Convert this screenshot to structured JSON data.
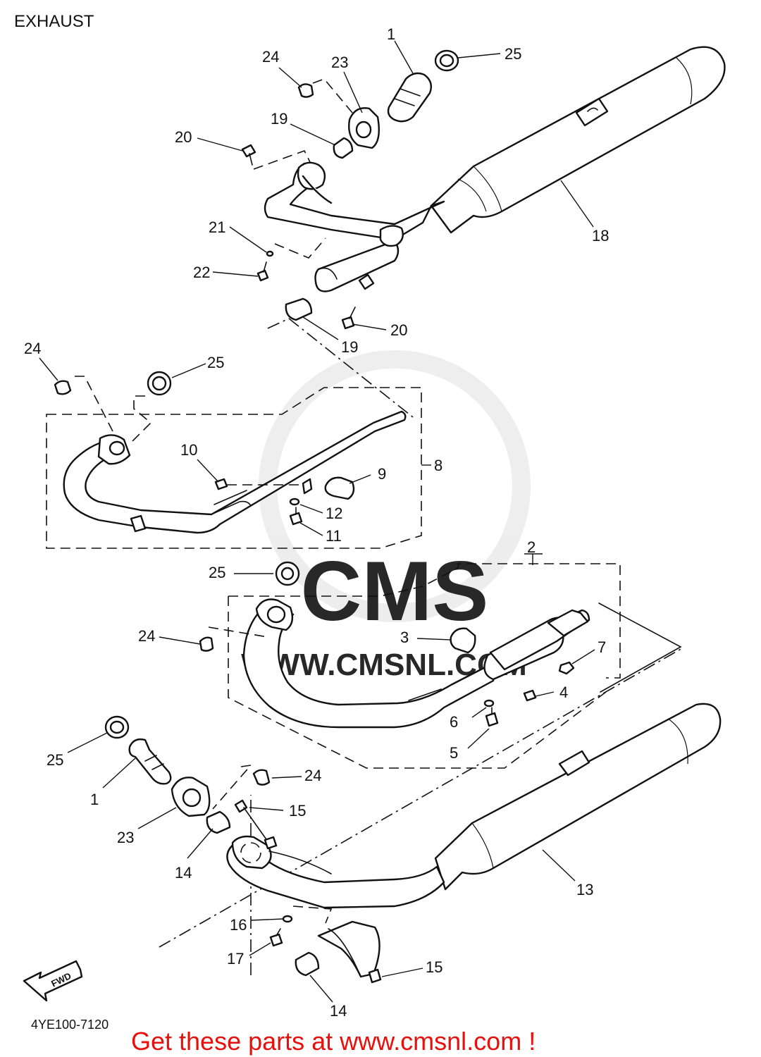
{
  "title": "EXHAUST",
  "diagram_code": "4YE100-7120",
  "cta": "Get these parts at www.cmsnl.com !",
  "watermark": {
    "brand": "CMS",
    "url": "WWW.CMSNL.COM"
  },
  "fwd_label": "FWD",
  "callouts": {
    "c1_top": "1",
    "c25_top": "25",
    "c24_top": "24",
    "c23_top": "23",
    "c19_top": "19",
    "c20_top": "20",
    "c18": "18",
    "c21": "21",
    "c22": "22",
    "c19_mid": "19",
    "c20_mid": "20",
    "c24_left": "24",
    "c25_left": "25",
    "c10": "10",
    "c8": "8",
    "c9": "9",
    "c12": "12",
    "c11": "11",
    "c2": "2",
    "c25_mid": "25",
    "c24_mid": "24",
    "c3": "3",
    "c7": "7",
    "c4": "4",
    "c6": "6",
    "c5": "5",
    "c25_low": "25",
    "c1_low": "1",
    "c24_low": "24",
    "c15_upper": "15",
    "c23_low": "23",
    "c14_upper": "14",
    "c13": "13",
    "c16": "16",
    "c17": "17",
    "c15_lower": "15",
    "c14_lower": "14"
  }
}
